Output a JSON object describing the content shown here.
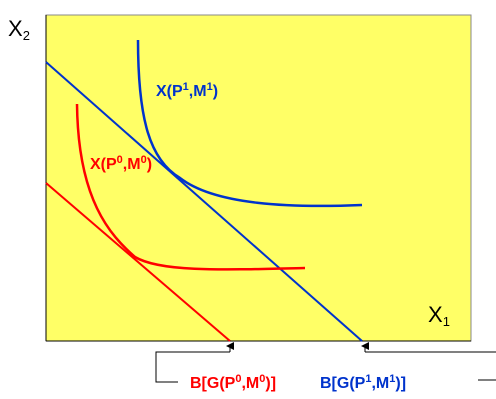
{
  "axes": {
    "x_symbol": "X",
    "x_sub": "1",
    "y_symbol": "X",
    "y_sub": "2"
  },
  "labels": {
    "demand_new": {
      "base": "X(P",
      "sup1": "1",
      "mid": ",M",
      "sup2": "1",
      "end": ")"
    },
    "demand_old": {
      "base": "X(P",
      "sup1": "0",
      "mid": ",M",
      "sup2": "0",
      "end": ")"
    },
    "budget_old": {
      "base": "B[G(P",
      "sup1": "0",
      "mid": ",M",
      "sup2": "0",
      "end": ")]"
    },
    "budget_new": {
      "base": "B[G(P",
      "sup1": "1",
      "mid": ",M",
      "sup2": "1",
      "end": ")]"
    }
  },
  "colors": {
    "plot_background": "#FFFF66",
    "red": "#FF0000",
    "blue": "#0033CC",
    "axis": "#000000"
  }
}
